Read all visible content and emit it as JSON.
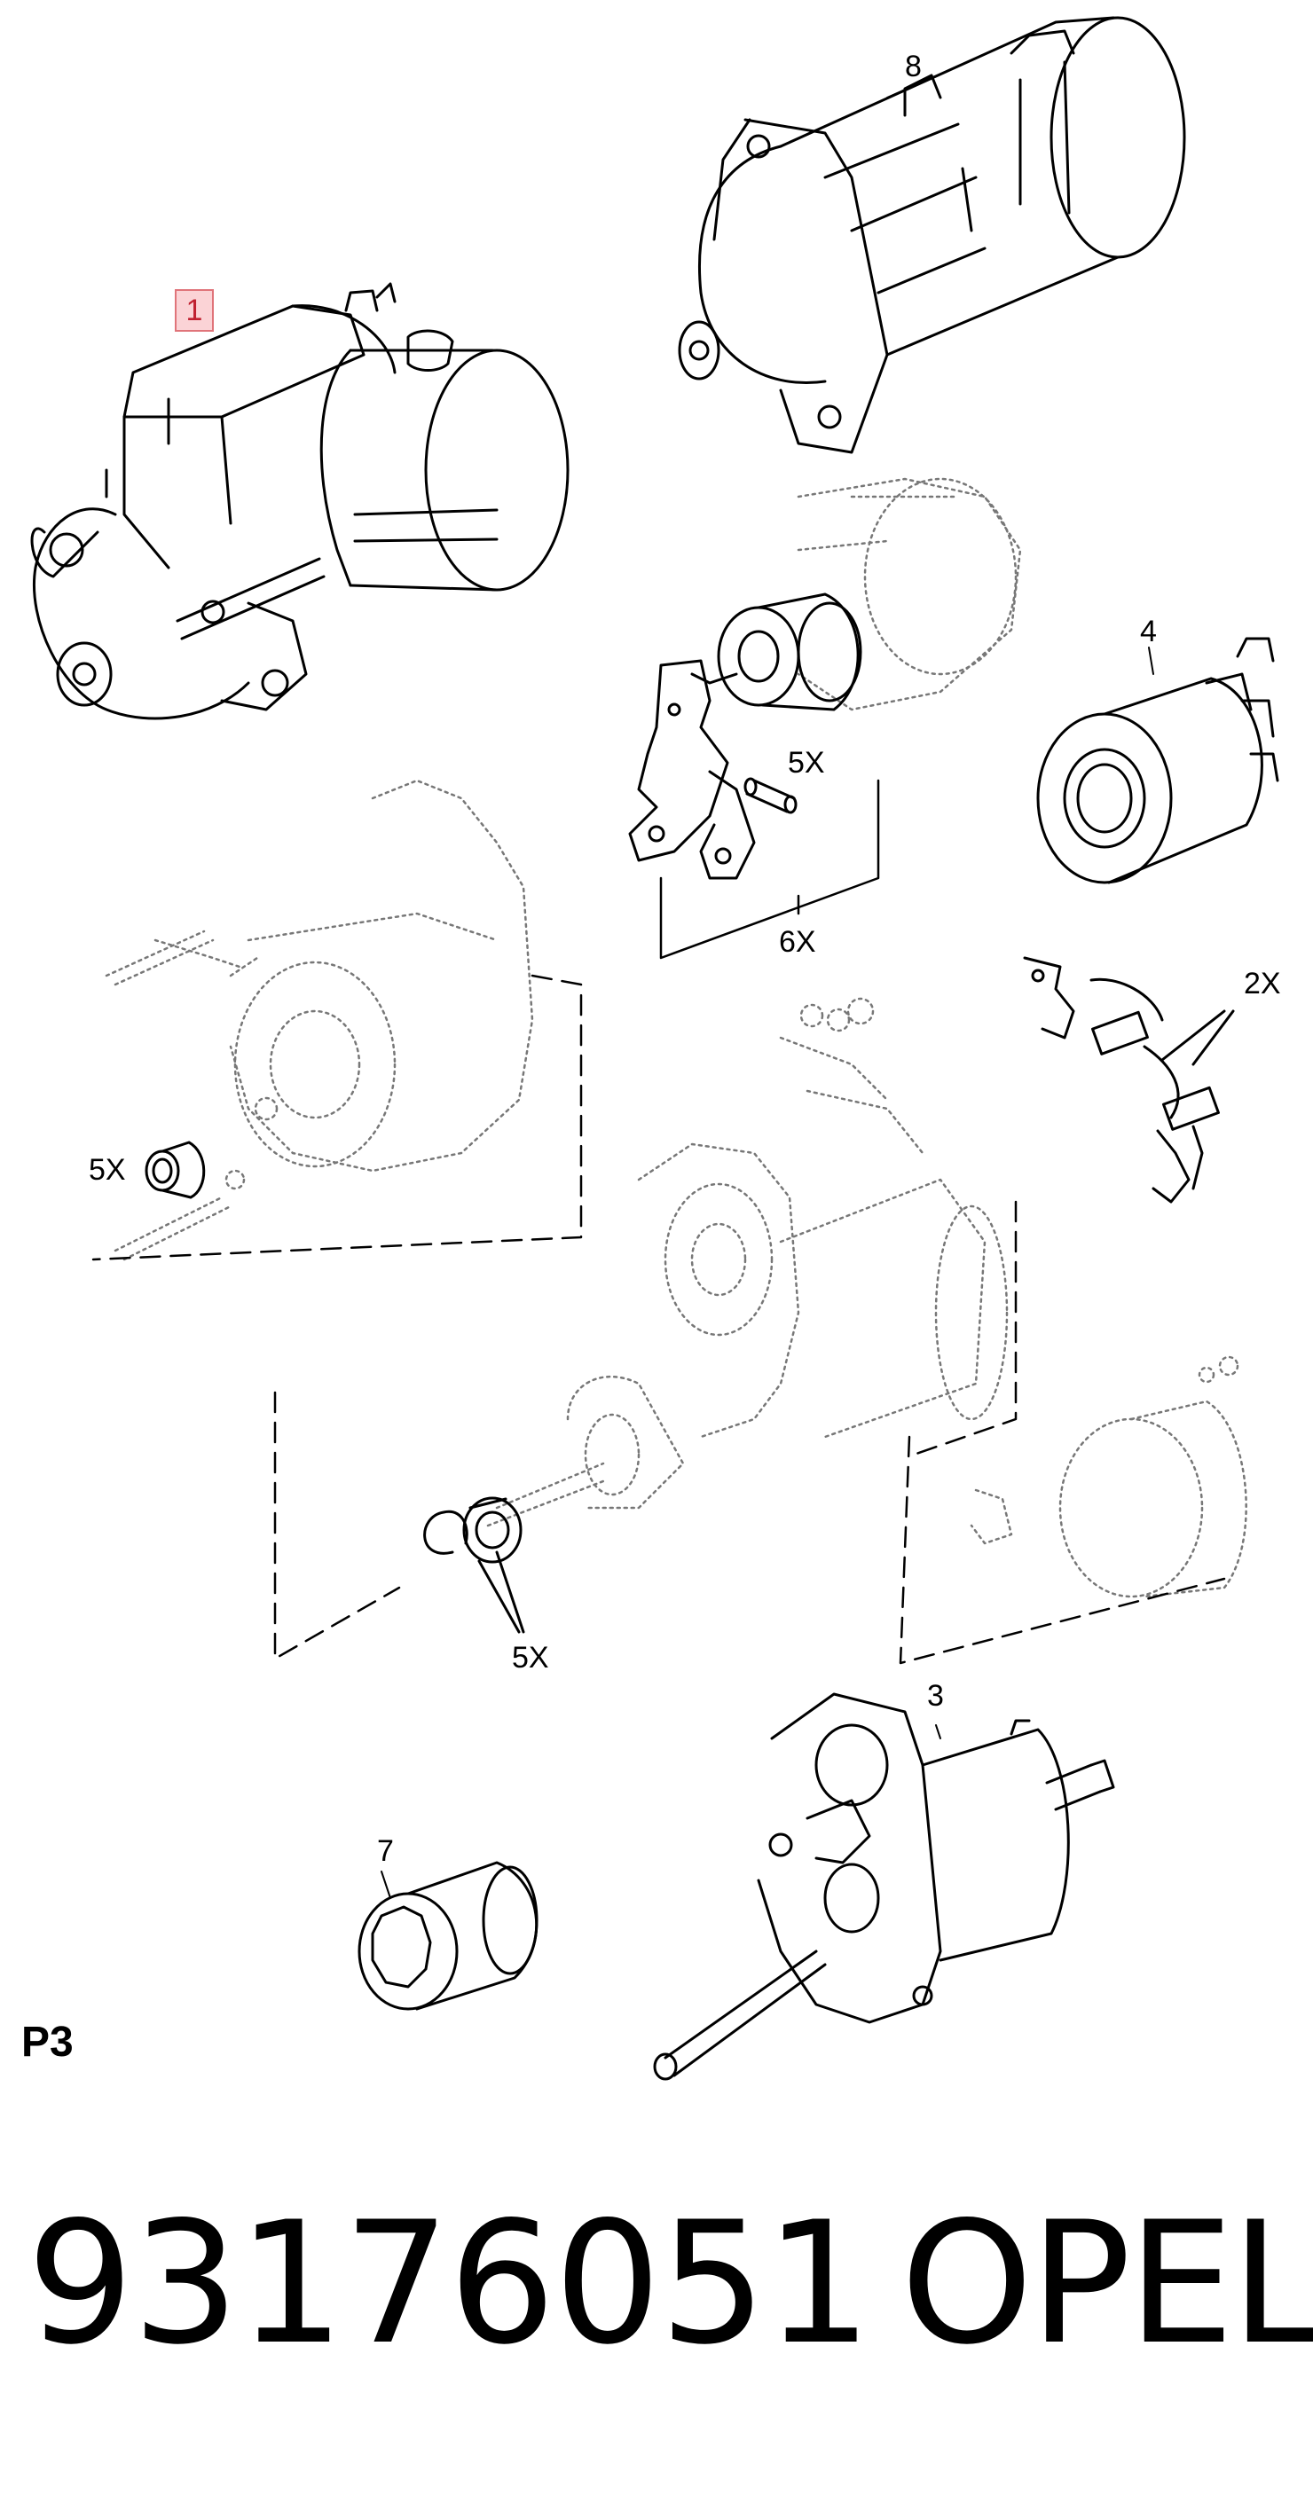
{
  "labels": {
    "item1": "1",
    "item8": "8",
    "item4": "4",
    "item3": "3",
    "item7": "7",
    "qty_pin": "5X",
    "qty_fork": "6X",
    "qty_brush": "2X",
    "qty_bush": "5X",
    "qty_ring": "5X"
  },
  "page_ref": "P3",
  "part_number": "93176051",
  "brand": "OPEL",
  "highlight_color": "#fbd3d6"
}
